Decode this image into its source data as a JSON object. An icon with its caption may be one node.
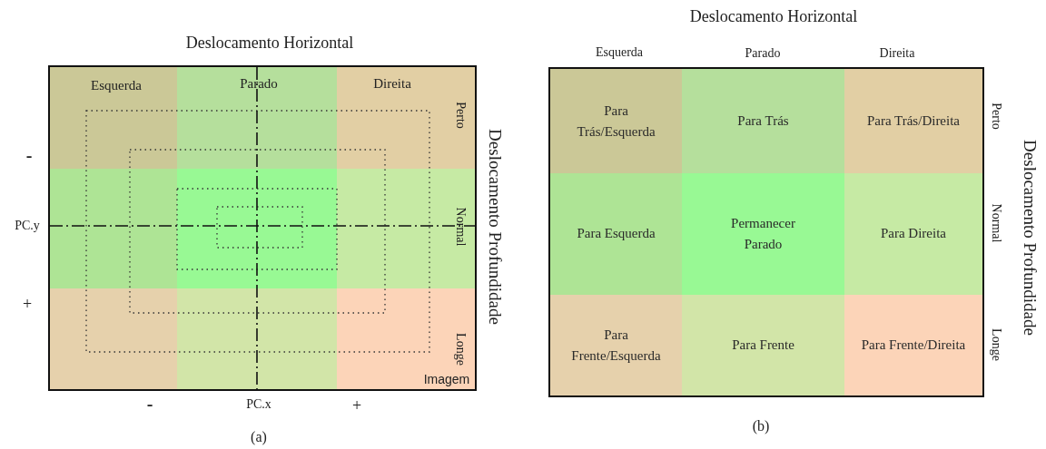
{
  "diagram": {
    "nodes": [
      {
        "text": [],
        "shape": "box"
      },
      {
        "text": [
          "Esquerda"
        ],
        "in": 0
      },
      {
        "text": [
          "Parado"
        ],
        "in": 0
      },
      {
        "text": [
          "Direita",
          "Perto"
        ],
        "in": 0
      },
      {
        "text": [],
        "shape": "box",
        "in": 0
      },
      {
        "text": [],
        "shape": "box",
        "in": 0
      },
      {
        "text": [
          "Normal"
        ],
        "in": 0
      },
      {
        "text": [],
        "shape": "box",
        "in": 0
      },
      {
        "text": [],
        "shape": "box",
        "in": 0
      },
      {
        "text": [
          "Longe",
          "Imagem"
        ],
        "in": 0
      },
      {
        "text": [],
        "shape": "box"
      },
      {
        "text": [
          "Para Trás/Esquerda"
        ],
        "in": 10
      },
      {
        "text": [
          "Para Trás"
        ],
        "in": 10
      },
      {
        "text": [
          "Para Trás/Direita"
        ],
        "in": 10
      },
      {
        "text": [
          "Para Esquerda"
        ],
        "in": 10
      },
      {
        "text": [
          "Permanecer Parado"
        ],
        "in": 10
      },
      {
        "text": [
          "Para Direita"
        ],
        "in": 10
      },
      {
        "text": [
          "Para Frente/Esquerda"
        ],
        "in": 10
      },
      {
        "text": [
          "Para Frente"
        ],
        "in": 10
      },
      {
        "text": [
          "Para Frente/Direita"
        ],
        "in": 10
      }
    ],
    "labels": [
      "Deslocamento Horizontal",
      "Deslocamento Horizontal",
      "Esquerda",
      "Parado",
      "Direita",
      "-",
      "PC.y",
      "+",
      "Deslocamento Profundidade",
      "Perto",
      "Normal",
      "Longe",
      "Deslocamento Profundidade",
      "-",
      "PC.x",
      "+",
      "(a)",
      "(b)"
    ]
  }
}
